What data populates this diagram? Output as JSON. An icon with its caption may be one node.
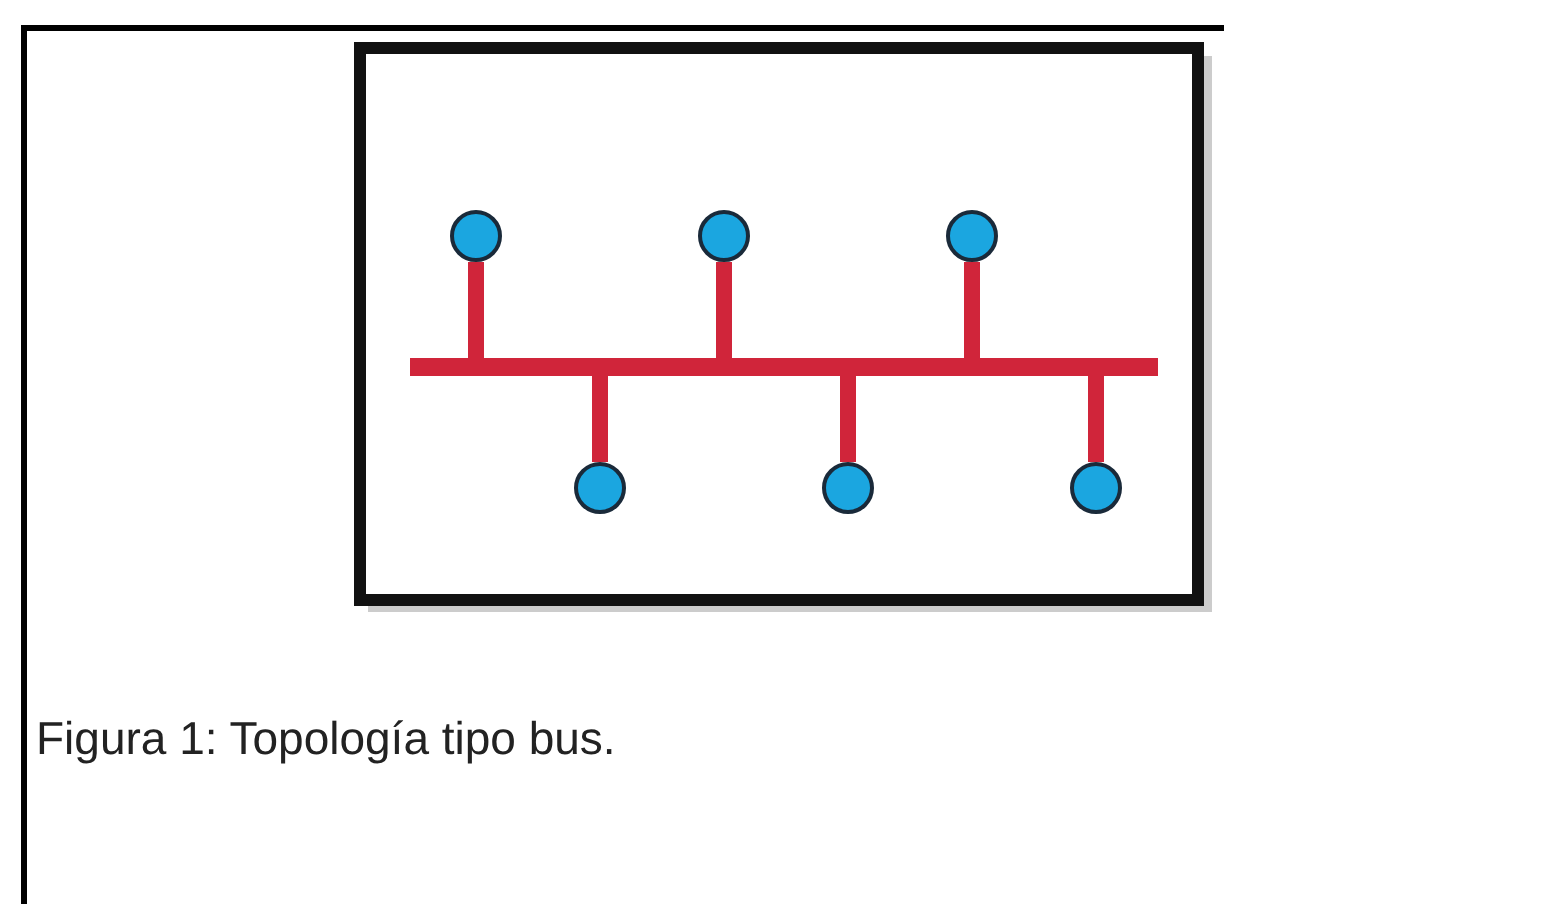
{
  "diagram": {
    "caption": "Figura 1: Topología tipo bus.",
    "nodes": [
      {
        "text": [],
        "shape": "circle"
      },
      {
        "text": [],
        "shape": "circle"
      },
      {
        "text": [],
        "shape": "circle"
      },
      {
        "text": [],
        "shape": "bar"
      },
      {
        "text": [],
        "shape": "circle"
      },
      {
        "text": [],
        "shape": "circle"
      },
      {
        "text": [],
        "shape": "circle"
      }
    ],
    "edges": [
      {
        "from": 0,
        "to": 3,
        "arrow": "none"
      },
      {
        "from": 1,
        "to": 3,
        "arrow": "none"
      },
      {
        "from": 2,
        "to": 3,
        "arrow": "none"
      },
      {
        "from": 4,
        "to": 3,
        "arrow": "none"
      },
      {
        "from": 5,
        "to": 3,
        "arrow": "none"
      },
      {
        "from": 6,
        "to": 3,
        "arrow": "none"
      }
    ]
  }
}
